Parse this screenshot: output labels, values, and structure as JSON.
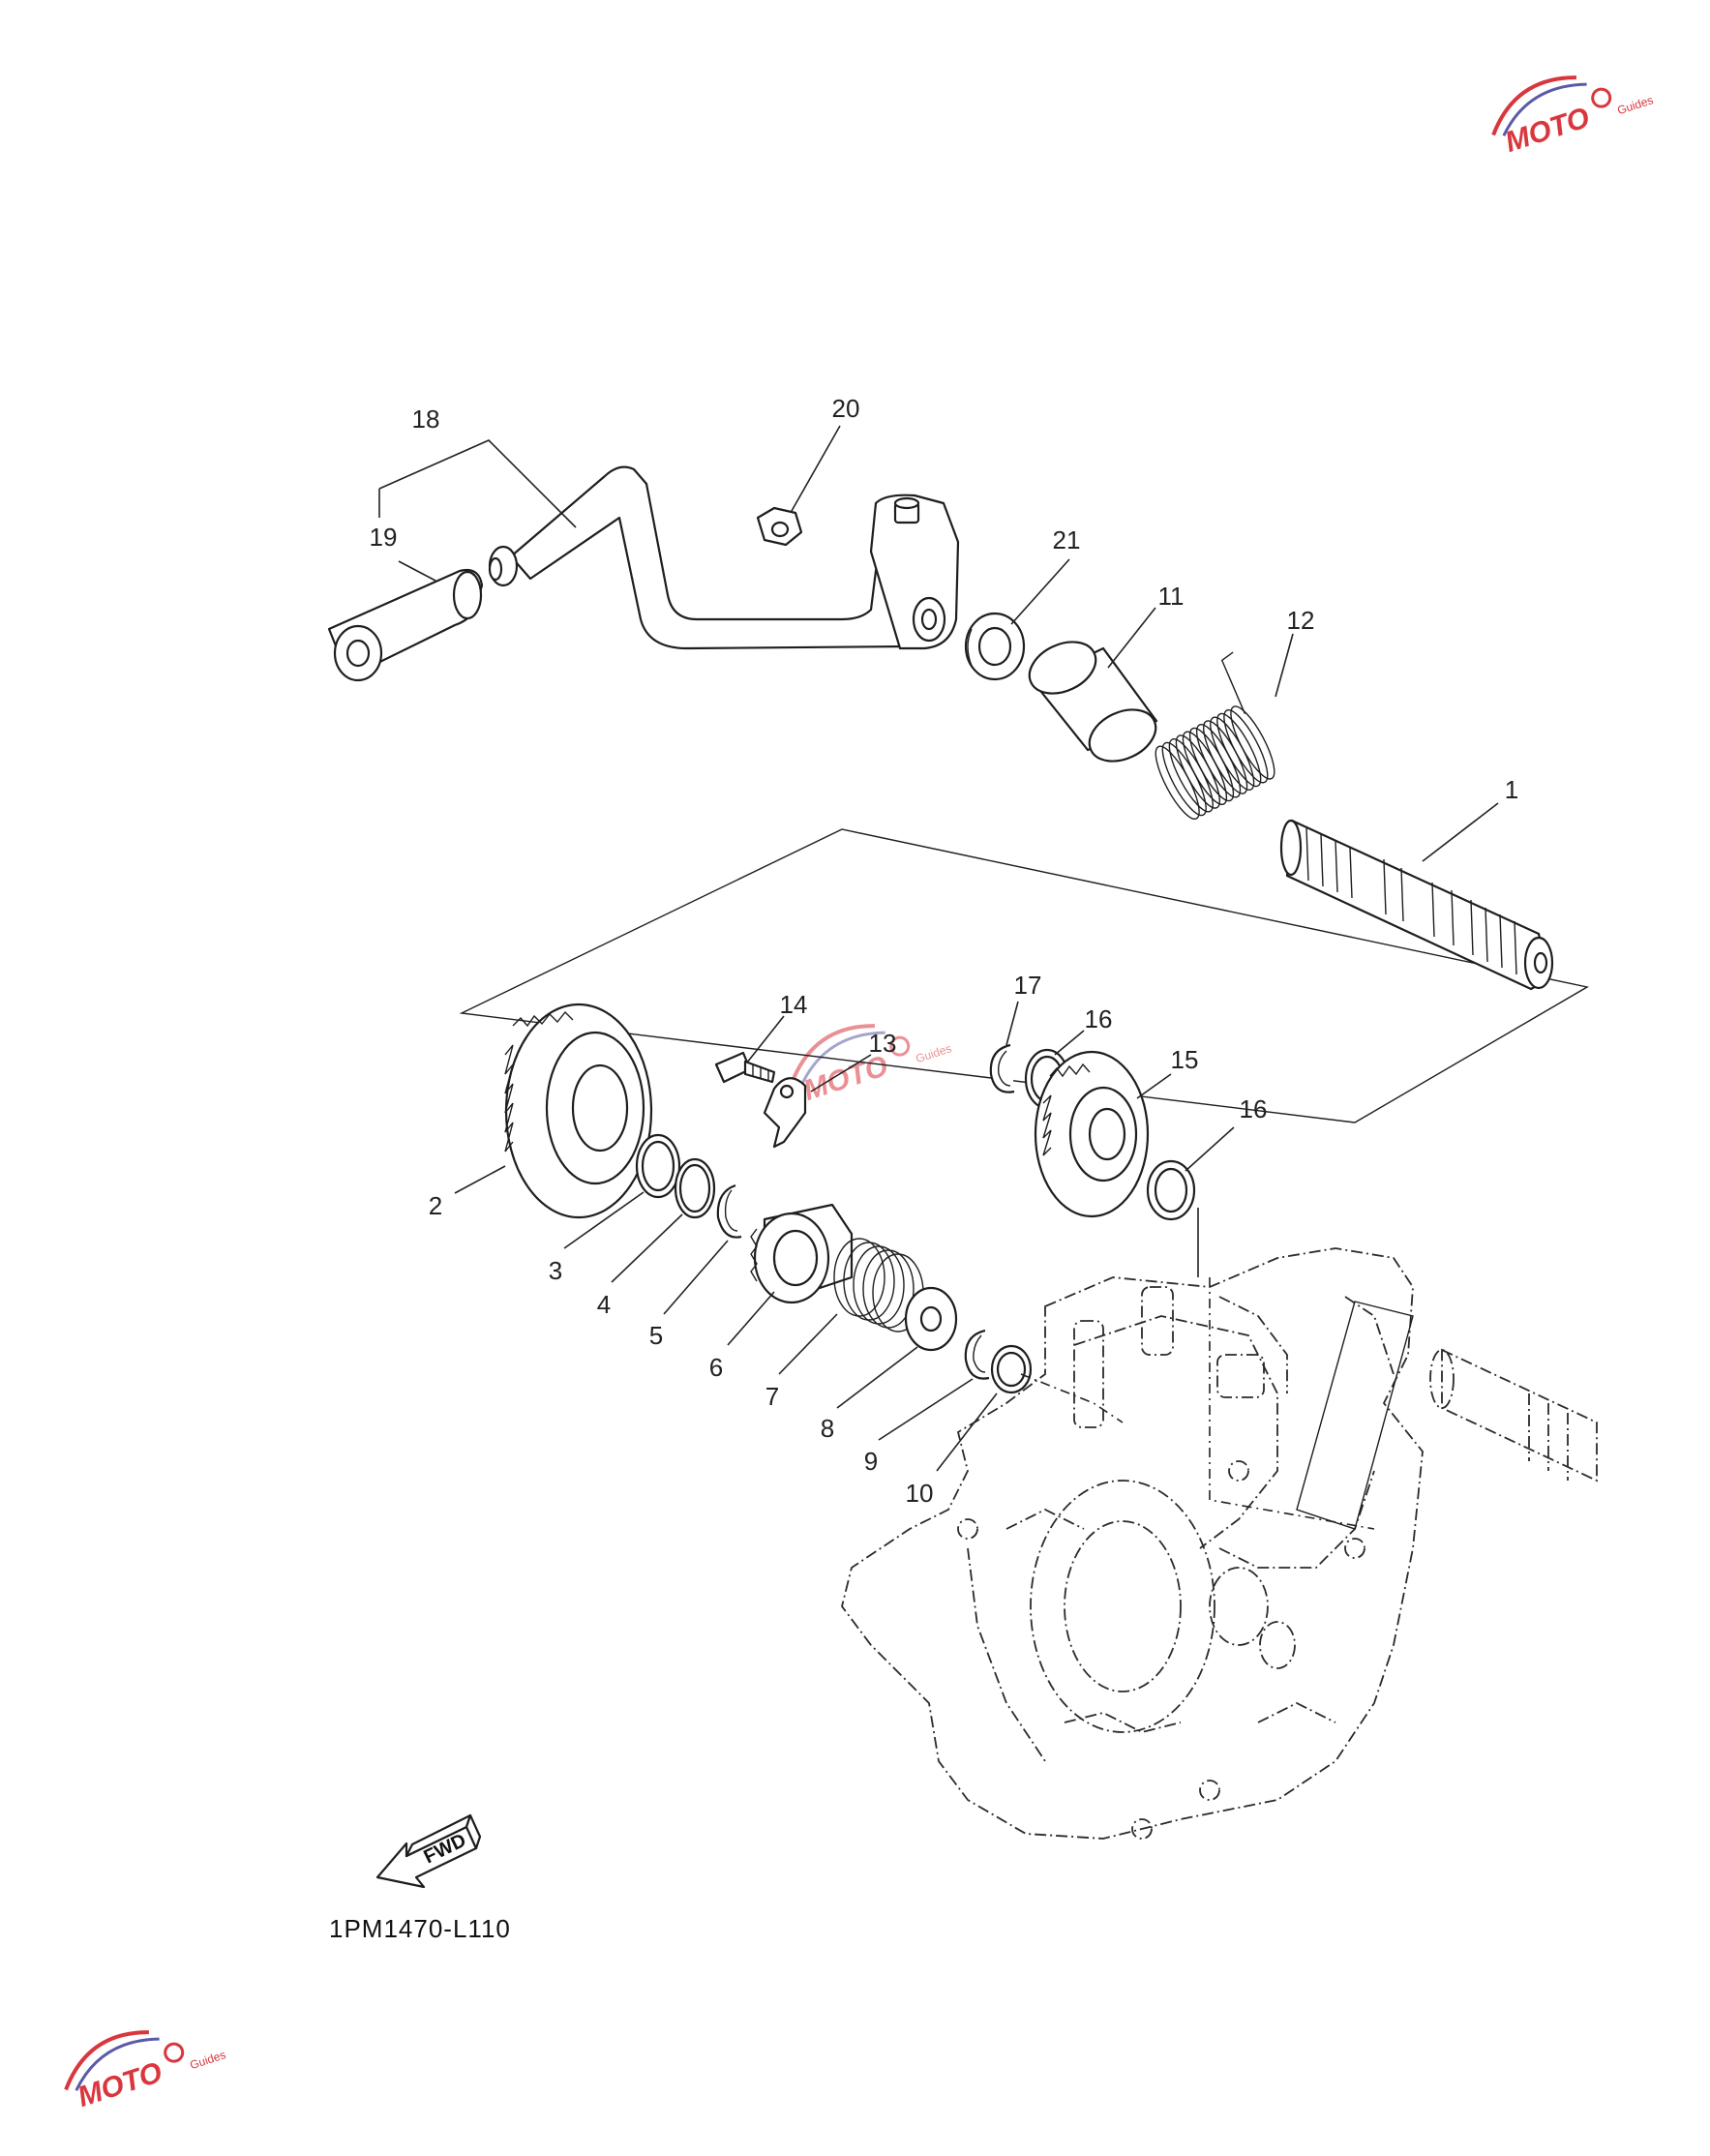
{
  "diagram_code": "1PM1470-L110",
  "fwd_label": "FWD",
  "watermark_text": "MOTO Guides",
  "colors": {
    "line": "#1e1e1e",
    "watermark_red": "#d9363e",
    "watermark_blue": "#5a5aa8"
  },
  "parts": [
    {
      "num": "1"
    },
    {
      "num": "2"
    },
    {
      "num": "3"
    },
    {
      "num": "4"
    },
    {
      "num": "5"
    },
    {
      "num": "6"
    },
    {
      "num": "7"
    },
    {
      "num": "8"
    },
    {
      "num": "9"
    },
    {
      "num": "10"
    },
    {
      "num": "11"
    },
    {
      "num": "12"
    },
    {
      "num": "13"
    },
    {
      "num": "14"
    },
    {
      "num": "15"
    },
    {
      "num": "16"
    },
    {
      "num": "16"
    },
    {
      "num": "17"
    },
    {
      "num": "18"
    },
    {
      "num": "19"
    },
    {
      "num": "20"
    },
    {
      "num": "21"
    }
  ]
}
